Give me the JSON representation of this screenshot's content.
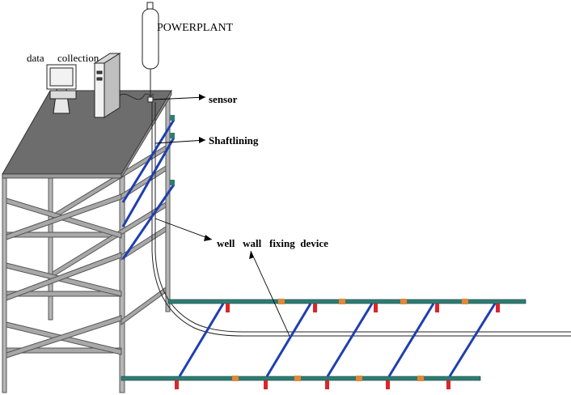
{
  "labels": {
    "power_plant": "POWERPLANT",
    "data_collection_1": "data",
    "data_collection_2": "collection",
    "sensor": "sensor",
    "shaft_lining": "Shaftlining",
    "well_wall_fixing_device": "well   wall   fixing  device"
  },
  "colors": {
    "platform": "#6d6d6d",
    "frame": "#8a8a8a",
    "brace": "#1f3fb0",
    "pipe": "#2e7d73",
    "fixing_block": "#d9262b",
    "coupling": "#e0893a",
    "line": "#000000"
  }
}
